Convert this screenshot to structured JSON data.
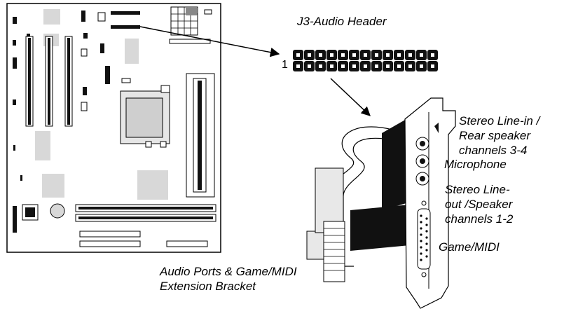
{
  "header_label": "J3-Audio Header",
  "pin_one": "1",
  "ports": [
    {
      "lines": [
        "Stereo Line-in /",
        "Rear speaker",
        "channels 3-4"
      ]
    },
    {
      "lines": [
        "Microphone"
      ]
    },
    {
      "lines": [
        "Stereo Line-",
        "out /Speaker",
        "channels 1-2"
      ]
    },
    {
      "lines": [
        "Game/MIDI"
      ]
    }
  ],
  "bracket_label": [
    "Audio Ports & Game/MIDI",
    "Extension Bracket"
  ]
}
